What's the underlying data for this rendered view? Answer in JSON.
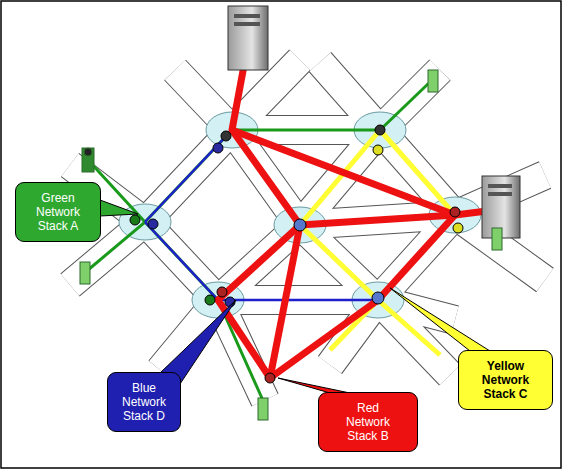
{
  "diagram": {
    "nodes": [
      {
        "text": [
          "Green Network Stack A"
        ]
      },
      {
        "text": [
          "Yellow Network Stack C"
        ]
      },
      {
        "text": [
          "Blue Network Stack D"
        ]
      },
      {
        "text": [
          "Red Network Stack B"
        ]
      }
    ]
  }
}
